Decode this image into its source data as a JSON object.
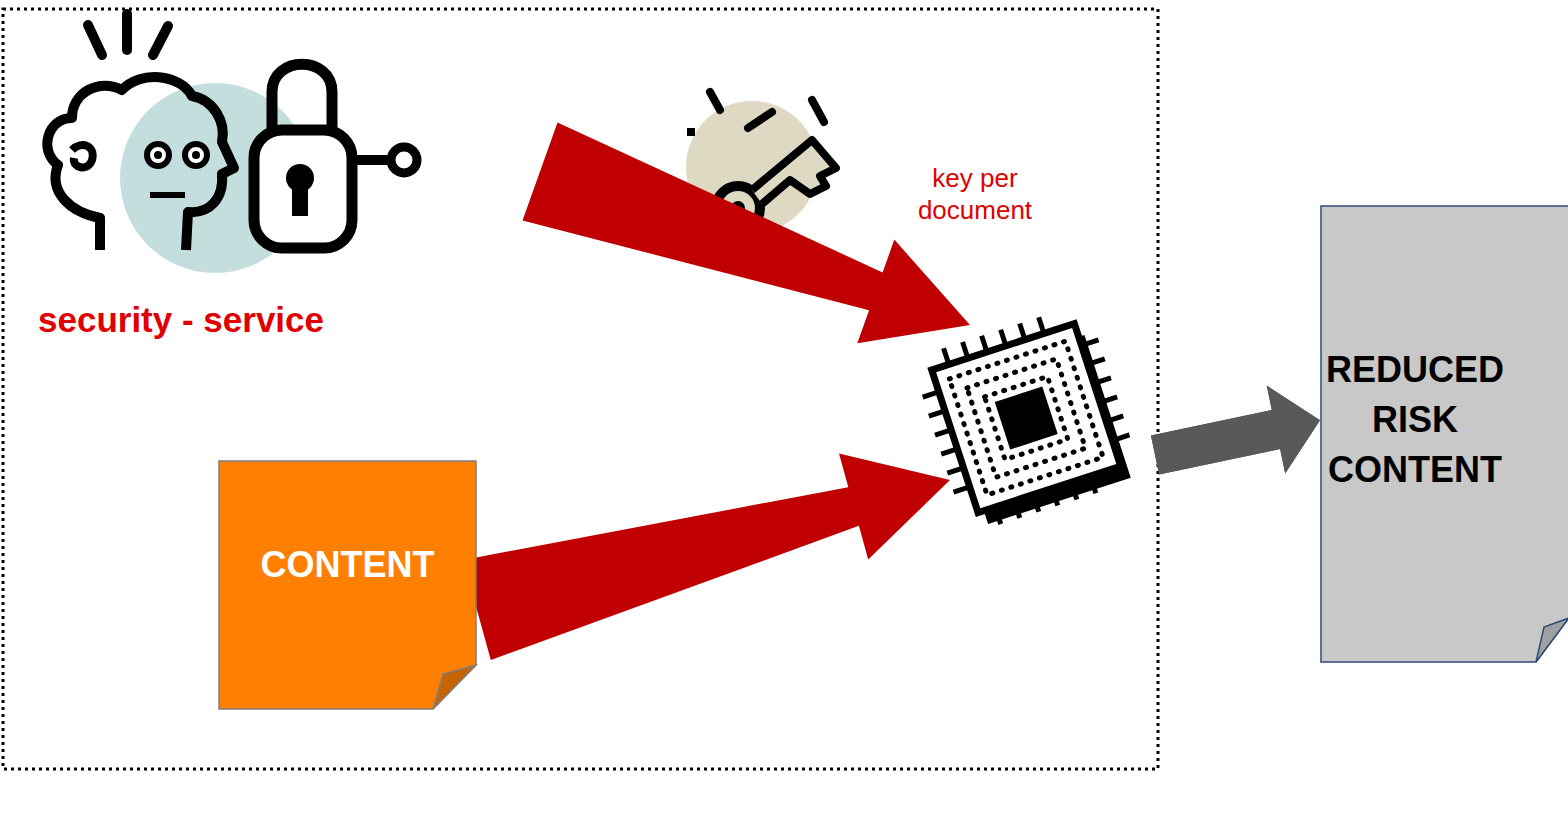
{
  "diagram": {
    "nodes": [
      {
        "text": [
          "security - service"
        ]
      },
      {
        "text": [
          "CONTENT"
        ]
      },
      {
        "text": [
          "REDUCED RISK CONTENT"
        ]
      }
    ],
    "edges": [
      {
        "from": 0,
        "to": 2,
        "arrow": "to"
      },
      {
        "from": 1,
        "to": 2,
        "arrow": "to"
      }
    ],
    "labels": [
      "key per document"
    ]
  }
}
